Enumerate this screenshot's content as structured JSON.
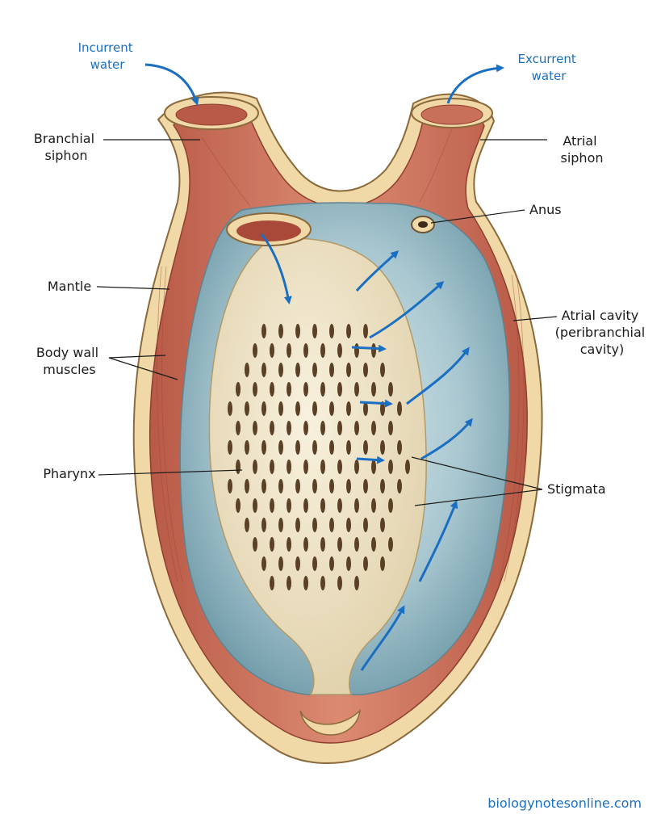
{
  "diagram": {
    "flows": {
      "incurrent": [
        "Incurrent",
        "water"
      ],
      "excurrent": [
        "Excurrent",
        "water"
      ]
    },
    "labels": {
      "branchial_siphon": [
        "Branchial",
        "siphon"
      ],
      "mantle": [
        "Mantle"
      ],
      "body_wall_muscles": [
        "Body wall",
        "muscles"
      ],
      "pharynx": [
        "Pharynx"
      ],
      "atrial_siphon": [
        "Atrial",
        "siphon"
      ],
      "anus": [
        "Anus"
      ],
      "atrial_cavity": [
        "Atrial cavity",
        "(peribranchial",
        "cavity)"
      ],
      "stigmata": [
        "Stigmata"
      ]
    },
    "credit": "biologynotesonline.com",
    "colors": {
      "tunic": "#f0d9a6",
      "muscle": "#cf6f5a",
      "cavity": "#8fb5c2",
      "pharynx": "#efe4c8",
      "arrow": "#1b6fc2"
    }
  }
}
